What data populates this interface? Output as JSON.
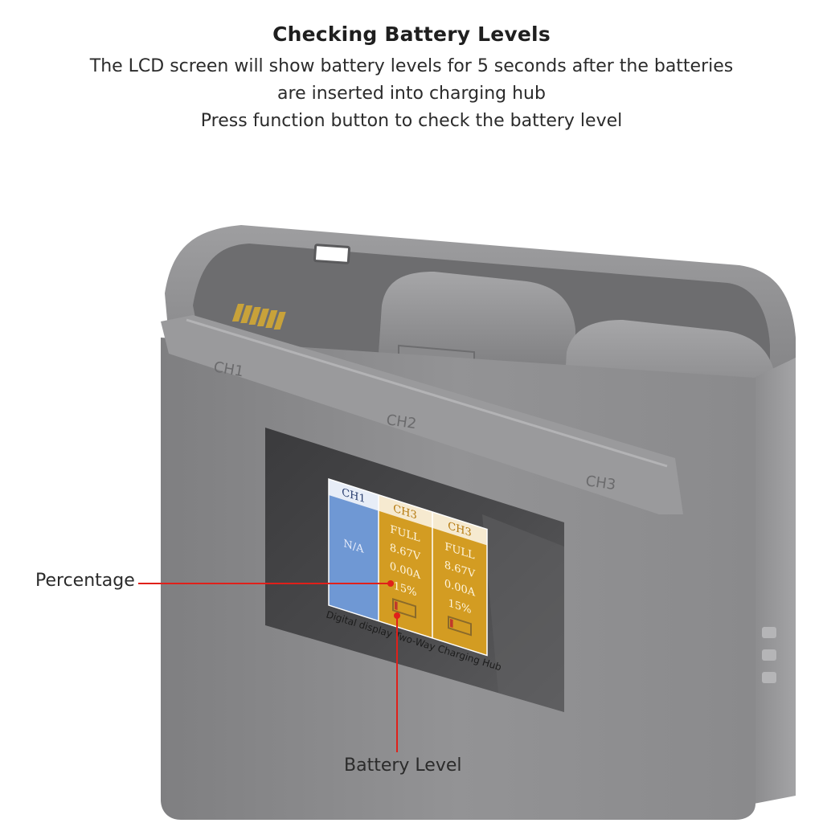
{
  "header": {
    "title": "Checking Battery Levels",
    "line1": "The LCD screen will show battery levels for 5 seconds after the batteries",
    "line2": "are inserted into charging hub",
    "line3": "Press function button to check the battery level"
  },
  "hub": {
    "slot_labels": [
      "CH1",
      "CH2",
      "CH3"
    ],
    "lcd_caption": "Digital display Two-Way Charging Hub",
    "channels": [
      {
        "name": "CH1",
        "status": "N/A"
      },
      {
        "name": "CH3",
        "state": "FULL",
        "voltage": "8.67V",
        "current": "0.00A",
        "percent": "15%",
        "level": 0.15
      },
      {
        "name": "CH3",
        "state": "FULL",
        "voltage": "8.67V",
        "current": "0.00A",
        "percent": "15%",
        "level": 0.15
      }
    ]
  },
  "callouts": {
    "percentage": "Percentage",
    "battery_level": "Battery Level"
  },
  "colors": {
    "hub_body": "#8d8d8f",
    "lcd_blue": "#6f98d4",
    "lcd_gold": "#d39c22",
    "callout_red": "#e0201a"
  }
}
